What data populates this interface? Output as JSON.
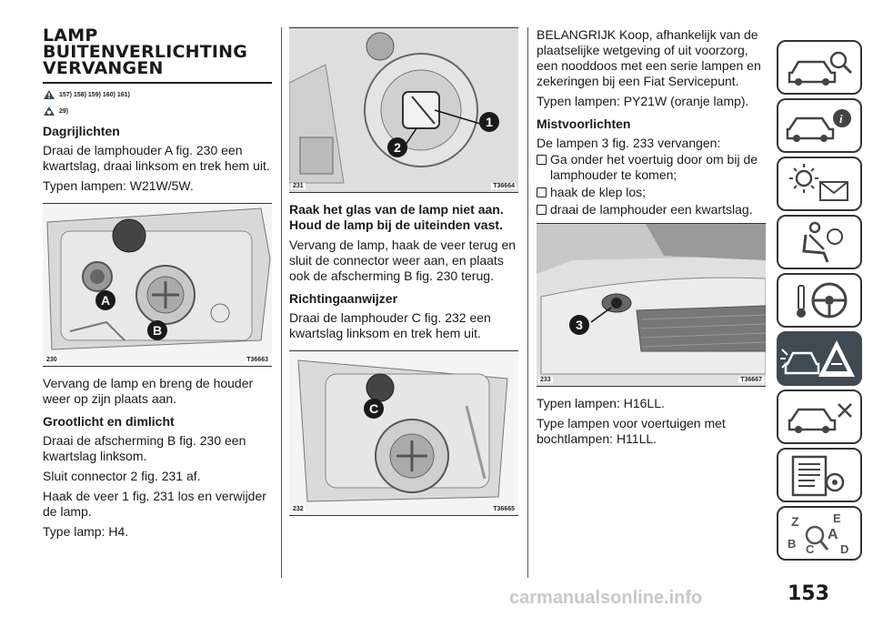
{
  "title_lines": [
    "LAMP",
    "BUITENVERLICHTING",
    "VERVANGEN"
  ],
  "warnings": [
    "157) 158) 159) 160) 161)",
    "29)"
  ],
  "col1": {
    "h_dag": "Dagrijlichten",
    "p_dag": "Draai de lamphouder A fig. 230 een kwartslag, draai linksom en trek hem uit.",
    "p_dag_lamp": "Typen lampen: W21W/5W.",
    "fig230": {
      "num": "230",
      "code": "T36663",
      "labels": [
        "A",
        "B"
      ]
    },
    "p_vervang": "Vervang de lamp en breng de houder weer op zijn plaats aan.",
    "h_groot": "Grootlicht en dimlicht",
    "p_groot1": "Draai de afscherming B fig. 230 een kwartslag linksom.",
    "p_groot2": "Sluit connector 2 fig. 231 af.",
    "p_groot3": "Haak de veer 1 fig. 231 los en verwijder de lamp.",
    "p_groot4": "Type lamp: H4."
  },
  "col2": {
    "fig231": {
      "num": "231",
      "code": "T36664",
      "labels": [
        "1",
        "2"
      ]
    },
    "p_bold": "Raak het glas van de lamp niet aan. Houd de lamp bij de uiteinden vast.",
    "p_haak": "Vervang de lamp, haak de veer terug en sluit de connector weer aan, en plaats ook de afscherming B fig. 230 terug.",
    "h_richting": "Richtingaanwijzer",
    "p_richting": "Draai de lamphouder C fig. 232 een kwartslag linksom en trek hem uit.",
    "fig232": {
      "num": "232",
      "code": "T36665",
      "labels": [
        "C"
      ]
    }
  },
  "col3": {
    "p_belangrijk": "BELANGRIJK Koop, afhankelijk van de plaatselijke wetgeving of uit voorzorg, een nooddoos met een serie lampen en zekeringen bij een Fiat Servicepunt.",
    "p_py": "Typen lampen: PY21W (oranje lamp).",
    "h_mist": "Mistvoorlichten",
    "p_mist": "De lampen 3 fig. 233 vervangen:",
    "bullets": [
      "Ga onder het voertuig door om bij de lamphouder te komen;",
      "haak de klep los;",
      "draai de lamphouder een kwartslag."
    ],
    "fig233": {
      "num": "233",
      "code": "T36667",
      "labels": [
        "3"
      ]
    },
    "p_h16": "Typen lampen: H16LL.",
    "p_h11": "Type lampen voor voertuigen met bochtlampen: H11LL."
  },
  "sidebar": [
    {
      "icon": "car-search-icon"
    },
    {
      "icon": "car-info-icon"
    },
    {
      "icon": "warning-lights-icon"
    },
    {
      "icon": "seat-airbag-icon"
    },
    {
      "icon": "steering-key-icon"
    },
    {
      "icon": "breakdown-icon",
      "active": true
    },
    {
      "icon": "car-service-icon"
    },
    {
      "icon": "technical-data-icon"
    },
    {
      "icon": "index-icon"
    }
  ],
  "page_number": "153",
  "watermark": "carmanualsonline.info"
}
